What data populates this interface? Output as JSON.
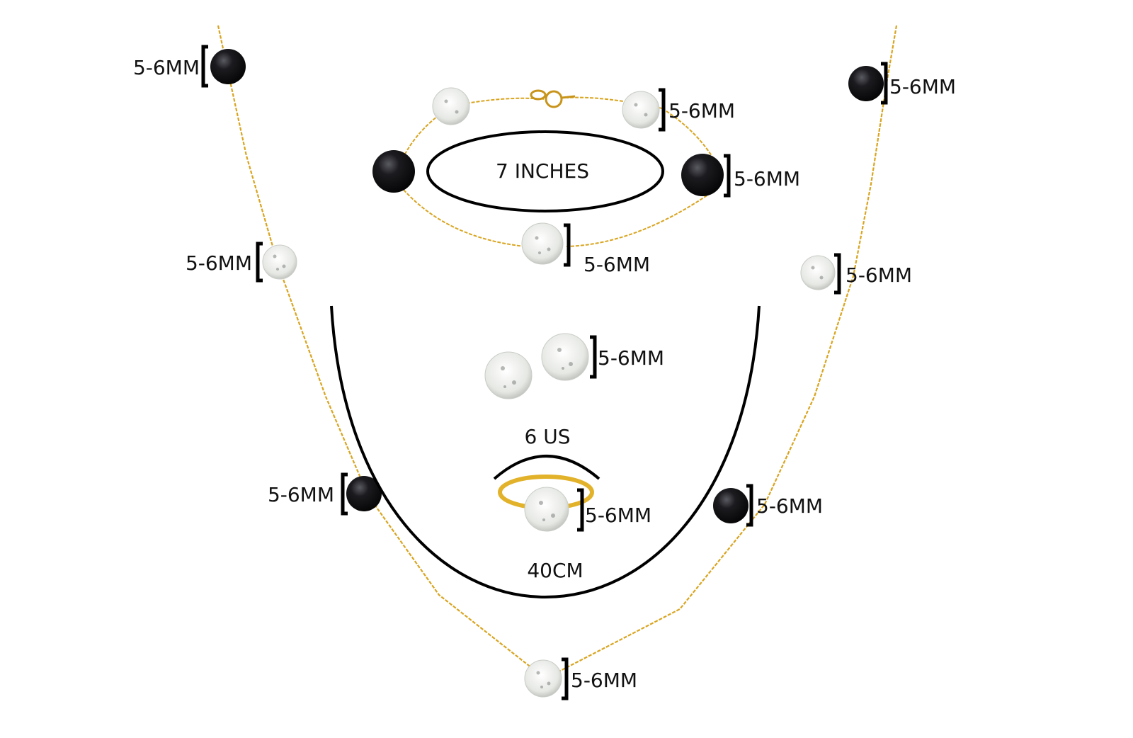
{
  "colors": {
    "background": "#ffffff",
    "gold_chain": "#d9a520",
    "black_pearl": "#0e0e10",
    "crystal_ball": "#eef0ee",
    "measure_line": "#000000",
    "text": "#111111"
  },
  "necklace": {
    "length_label": "40CM",
    "bead_size_labels": {
      "left_top_pearl": "5-6MM",
      "left_crystal": "5-6MM",
      "left_bottom_pearl": "5-6MM",
      "bottom_crystal": "5-6MM",
      "right_bottom_pearl": "5-6MM",
      "right_crystal": "5-6MM",
      "right_top_pearl": "5-6MM"
    }
  },
  "bracelet": {
    "length_label": "7 INCHES",
    "bead_size_labels": {
      "top_crystal": "5-6MM",
      "right_pearl": "5-6MM",
      "bottom_crystal": "5-6MM"
    }
  },
  "earrings": {
    "size_label": "5-6MM"
  },
  "ring": {
    "ring_size_label": "6 US",
    "bead_size_label": "5-6MM"
  }
}
